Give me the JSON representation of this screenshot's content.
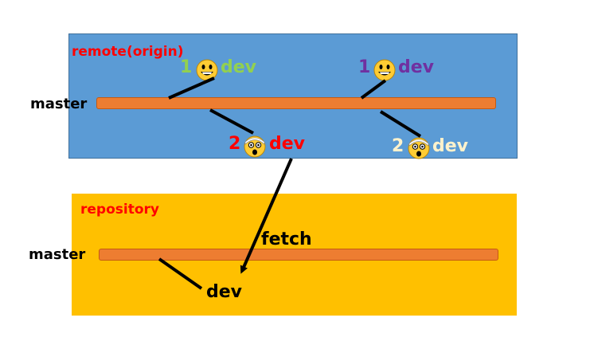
{
  "remote": {
    "title": "remote(origin)",
    "title_color": "#ff0000",
    "fill_color": "#5b9bd5",
    "branch_label": "master",
    "dev_left": {
      "number": "1",
      "name": "dev",
      "color": "#92d050",
      "icon": "grinning-face-icon"
    },
    "dev_center": {
      "number": "2",
      "name": "dev",
      "color": "#ff0000",
      "icon": "astonished-face-icon"
    },
    "dev_right_top": {
      "number": "1",
      "name": "dev",
      "color": "#7030a0",
      "icon": "grinning-face-icon"
    },
    "dev_right_bottom": {
      "number": "2",
      "name": "dev",
      "color": "#fff2cc",
      "icon": "astonished-face-icon"
    }
  },
  "repository": {
    "title": "repository",
    "title_color": "#ff0000",
    "fill_color": "#ffc000",
    "branch_label": "master",
    "dev_label": "dev"
  },
  "fetch_label": "fetch",
  "bar_color": "#ed7d31"
}
